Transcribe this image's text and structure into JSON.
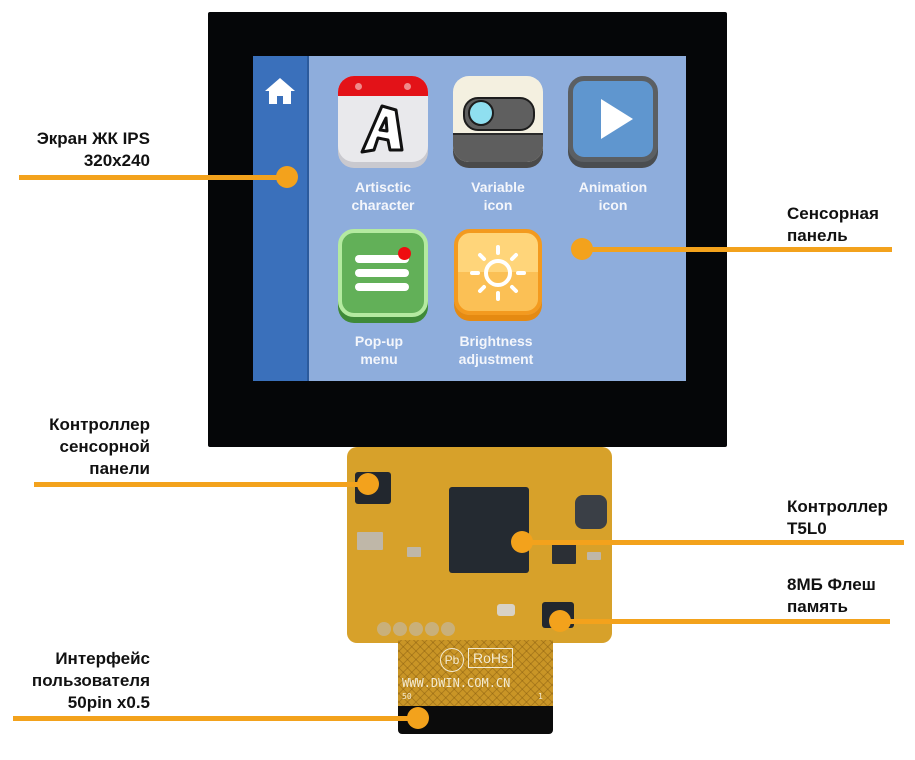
{
  "labels": {
    "screen": [
      "Экран ЖК IPS",
      "320x240"
    ],
    "touch_panel": [
      "Сенсорная",
      "панель"
    ],
    "touch_controller": [
      "Контроллер",
      "сенсорной",
      "панели"
    ],
    "main_controller": [
      "Контроллер",
      "T5L0"
    ],
    "flash": [
      "8МБ Флеш",
      "память"
    ],
    "interface": [
      "Интерфейс",
      "пользователя",
      "50pin x0.5"
    ]
  },
  "screen_ui": {
    "home_icon": "home-icon",
    "apps": [
      {
        "icon": "artistic-character-icon",
        "label": [
          "Artisctic",
          "character"
        ]
      },
      {
        "icon": "variable-icon",
        "label": [
          "Variable",
          "icon"
        ]
      },
      {
        "icon": "animation-icon",
        "label": [
          "Animation",
          "icon"
        ]
      },
      {
        "icon": "popup-menu-icon",
        "label": [
          "Pop-up",
          "menu"
        ]
      },
      {
        "icon": "brightness-icon",
        "label": [
          "Brightness",
          "adjustment"
        ]
      }
    ]
  },
  "pcb": {
    "silkscreen": {
      "pb": "Pb",
      "rohs": "RoHs",
      "url": "WWW.DWIN.COM.CN",
      "pin_left": "50",
      "pin_right": "1"
    }
  },
  "colors": {
    "accent": "#f3a21c",
    "screen_bg": "#8eaddc",
    "sidebar": "#3a70bb",
    "bezel": "#050608",
    "pcb": "#d7a12a"
  }
}
